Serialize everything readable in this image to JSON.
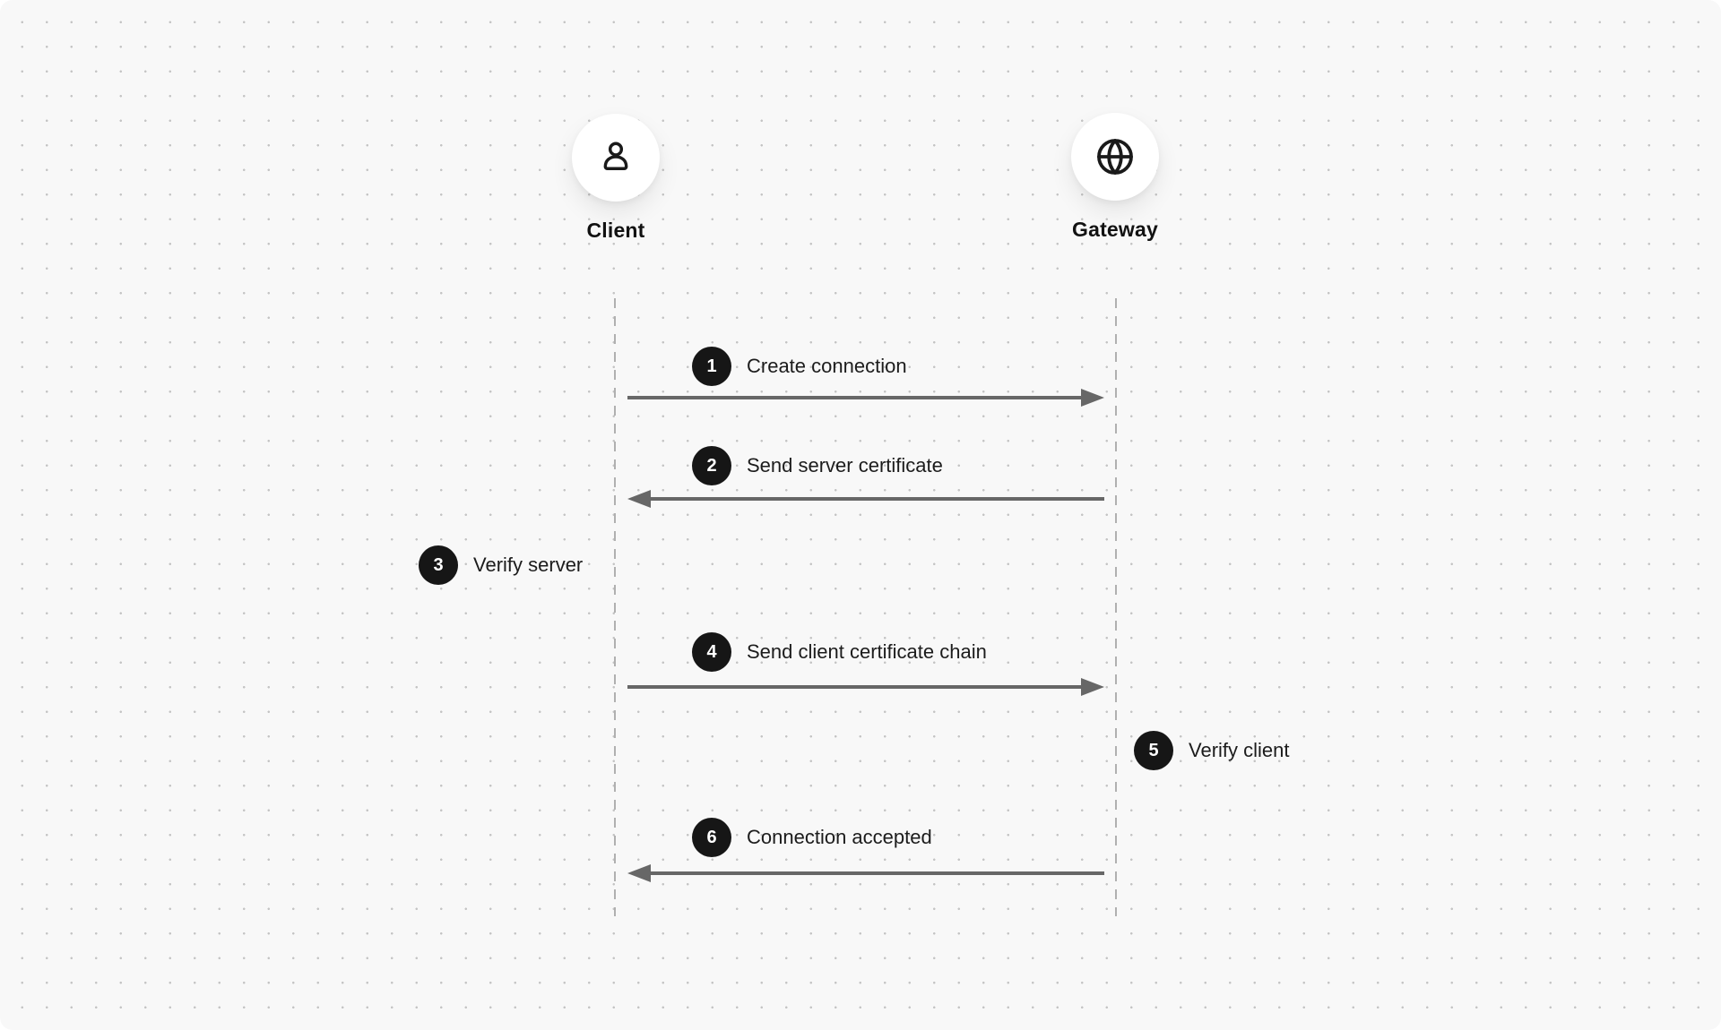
{
  "diagram": {
    "type": "sequence",
    "actors": [
      {
        "label": "Client",
        "icon": "user-icon"
      },
      {
        "label": "Gateway",
        "icon": "globe-icon"
      }
    ],
    "steps": [
      {
        "number": "1",
        "label": "Create connection",
        "from": "Client",
        "to": "Gateway",
        "arrow": "right"
      },
      {
        "number": "2",
        "label": "Send server certificate",
        "from": "Gateway",
        "to": "Client",
        "arrow": "left"
      },
      {
        "number": "3",
        "label": "Verify server",
        "actor": "Client",
        "arrow": "none"
      },
      {
        "number": "4",
        "label": "Send client certificate chain",
        "from": "Client",
        "to": "Gateway",
        "arrow": "right"
      },
      {
        "number": "5",
        "label": "Verify client",
        "actor": "Gateway",
        "arrow": "none"
      },
      {
        "number": "6",
        "label": "Connection accepted",
        "from": "Gateway",
        "to": "Client",
        "arrow": "left"
      }
    ],
    "colors": {
      "canvas_bg": "#f8f8f8",
      "grid_dot": "#c4c4c4",
      "lifeline": "#b0b0b0",
      "arrow": "#676767",
      "badge_bg": "#161616",
      "badge_text": "#ffffff",
      "label_text": "#1c1c1c",
      "actor_circle_bg": "#ffffff"
    }
  }
}
